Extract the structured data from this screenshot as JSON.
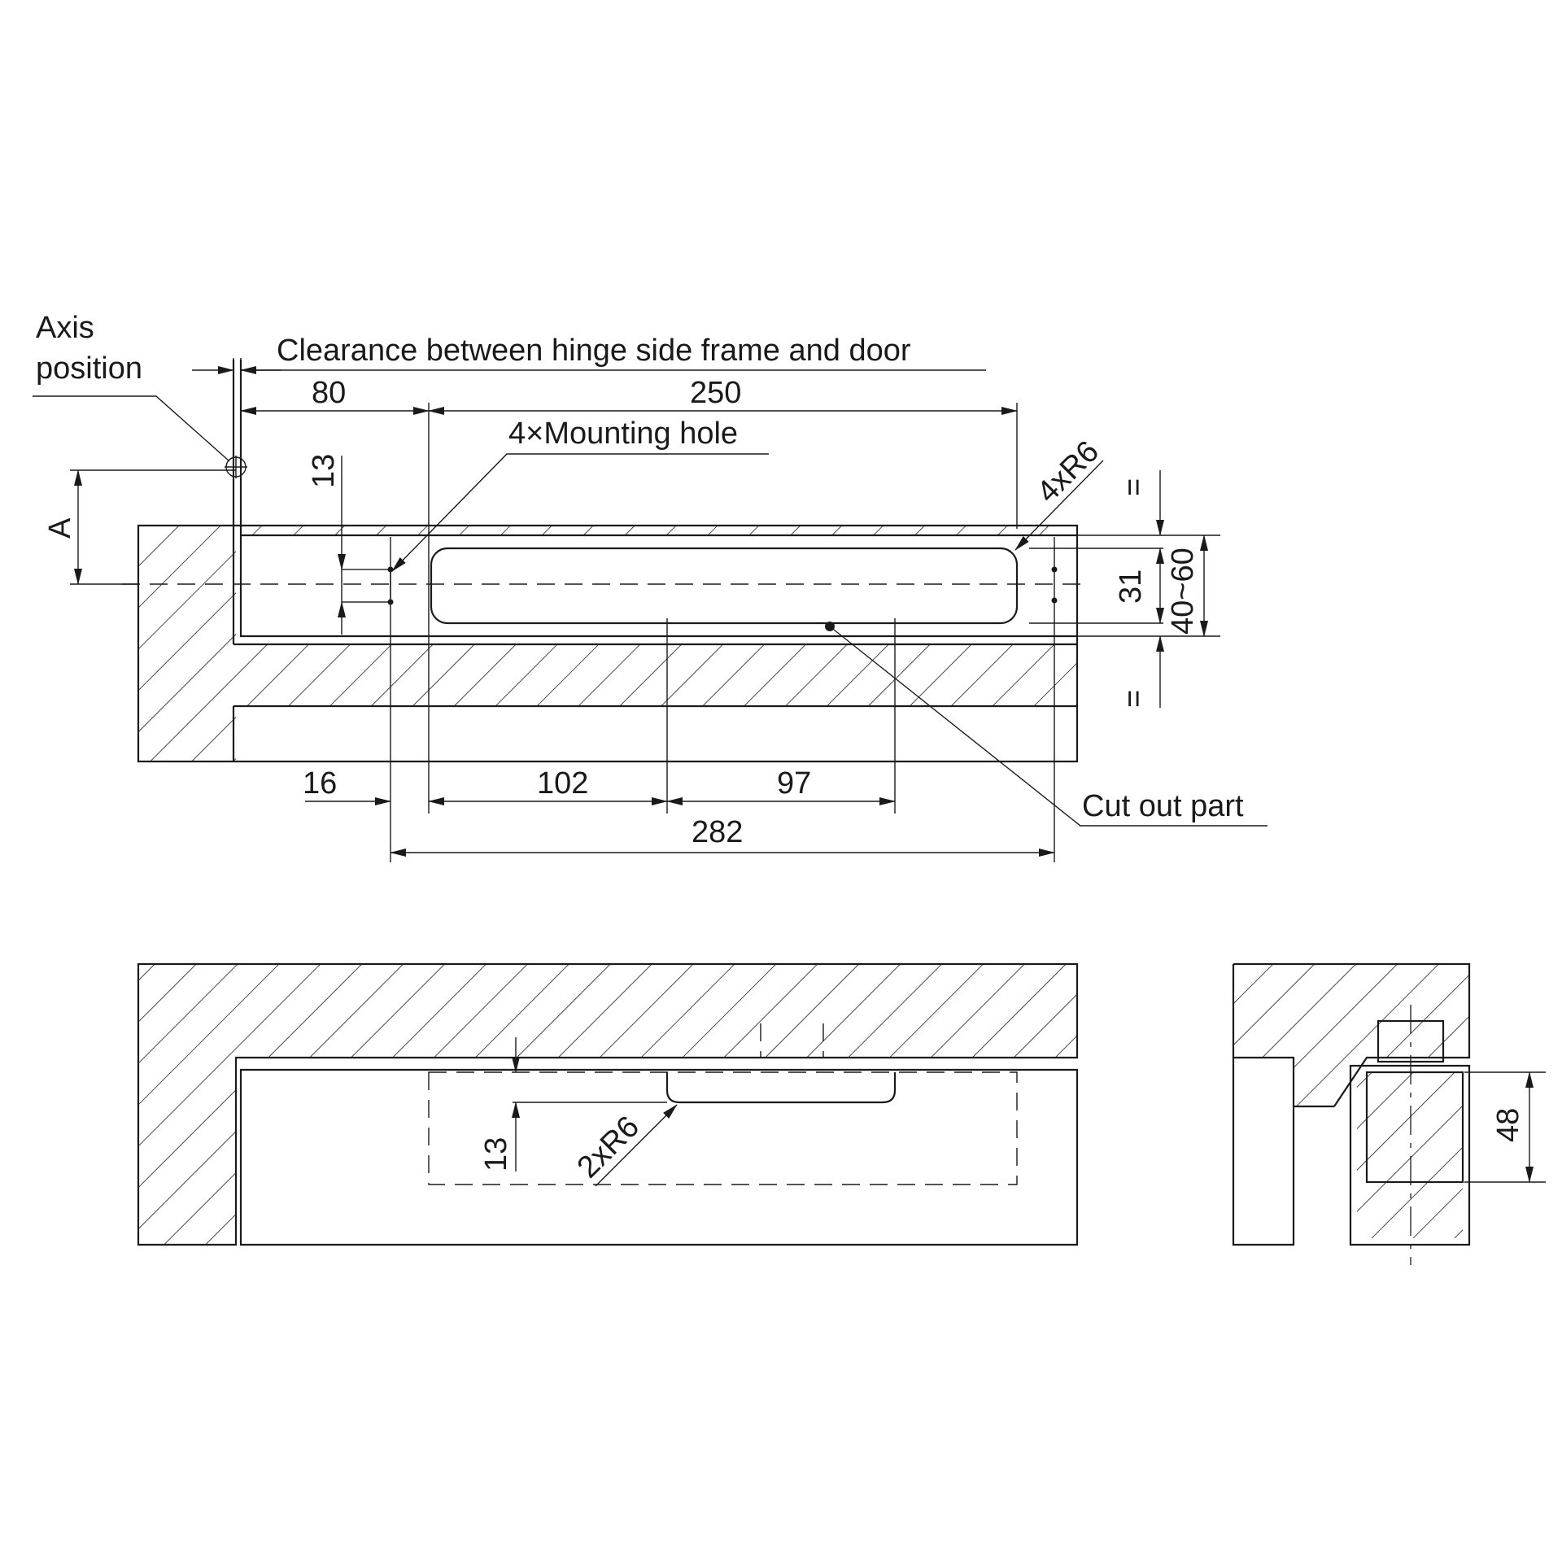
{
  "labels": {
    "axis_line1": "Axis",
    "axis_line2": "position",
    "clearance": "Clearance between hinge side frame and door",
    "mounting_hole": "4×Mounting hole",
    "r6_top": "4xR6",
    "cut_out": "Cut out part",
    "a_label": "A",
    "r6_bottom": "2xR6",
    "equal_mark": "="
  },
  "dimensions": {
    "d80": "80",
    "d250": "250",
    "d13_top": "13",
    "d31": "31",
    "d40_60": "40~60",
    "d16": "16",
    "d102": "102",
    "d97": "97",
    "d282": "282",
    "d13_bottom": "13",
    "d48": "48"
  }
}
